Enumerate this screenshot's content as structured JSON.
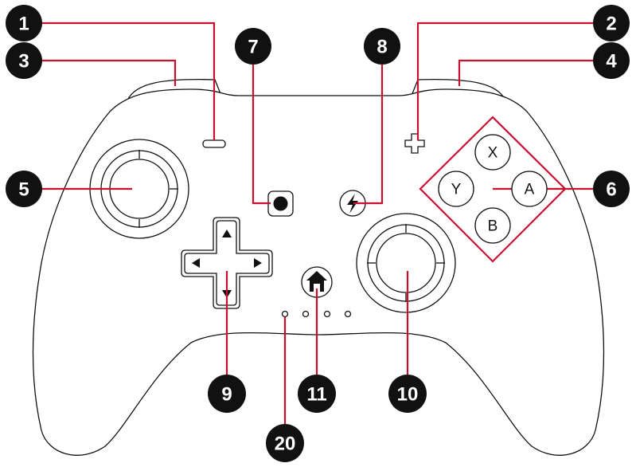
{
  "callouts": [
    {
      "id": "1",
      "label": "1"
    },
    {
      "id": "2",
      "label": "2"
    },
    {
      "id": "3",
      "label": "3"
    },
    {
      "id": "4",
      "label": "4"
    },
    {
      "id": "5",
      "label": "5"
    },
    {
      "id": "6",
      "label": "6"
    },
    {
      "id": "7",
      "label": "7"
    },
    {
      "id": "8",
      "label": "8"
    },
    {
      "id": "9",
      "label": "9"
    },
    {
      "id": "10",
      "label": "10"
    },
    {
      "id": "11",
      "label": "11"
    },
    {
      "id": "20",
      "label": "20"
    }
  ],
  "face_buttons": {
    "x": "X",
    "y": "Y",
    "a": "A",
    "b": "B"
  },
  "colors": {
    "leader": "#c8102e",
    "badge": "#111111",
    "outline": "#111111"
  },
  "icons": {
    "minus": "minus-icon",
    "plus": "plus-icon",
    "capture": "record-icon",
    "turbo": "lightning-icon",
    "home": "home-icon",
    "dpad": "dpad-arrows-icon",
    "leds": "led-indicator-icon"
  }
}
